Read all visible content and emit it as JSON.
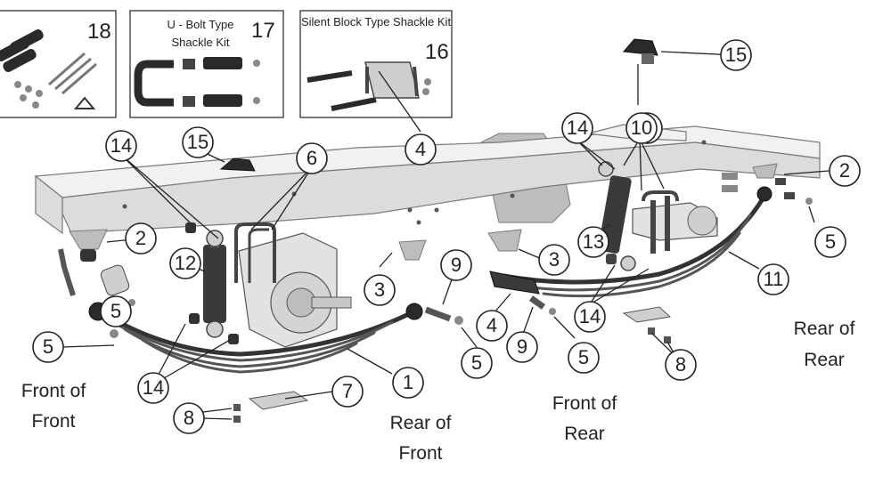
{
  "insets": [
    {
      "number": "18",
      "title_lines": []
    },
    {
      "number": "17",
      "title_lines": [
        "U - Bolt Type",
        "Shackle Kit"
      ]
    },
    {
      "number": "16",
      "title_lines": [
        "Silent Block Type Shackle Kit"
      ]
    }
  ],
  "callouts": [
    "15",
    "15",
    "14",
    "14",
    "14",
    "14",
    "14",
    "10",
    "6",
    "4",
    "2",
    "2",
    "12",
    "3",
    "3",
    "13",
    "9",
    "9",
    "5",
    "5",
    "5",
    "5",
    "5",
    "4",
    "11",
    "1",
    "7",
    "8",
    "8"
  ],
  "labels": {
    "front_of_front": [
      "Front of",
      "Front"
    ],
    "rear_of_front": [
      "Rear of",
      "Front"
    ],
    "front_of_rear": [
      "Front of",
      "Rear"
    ],
    "rear_of_rear": [
      "Rear of",
      "Rear"
    ]
  },
  "colors": {
    "frame": "#dcdcdc",
    "outline": "#7a7a7a",
    "spring": "#333333",
    "text": "#222222"
  }
}
